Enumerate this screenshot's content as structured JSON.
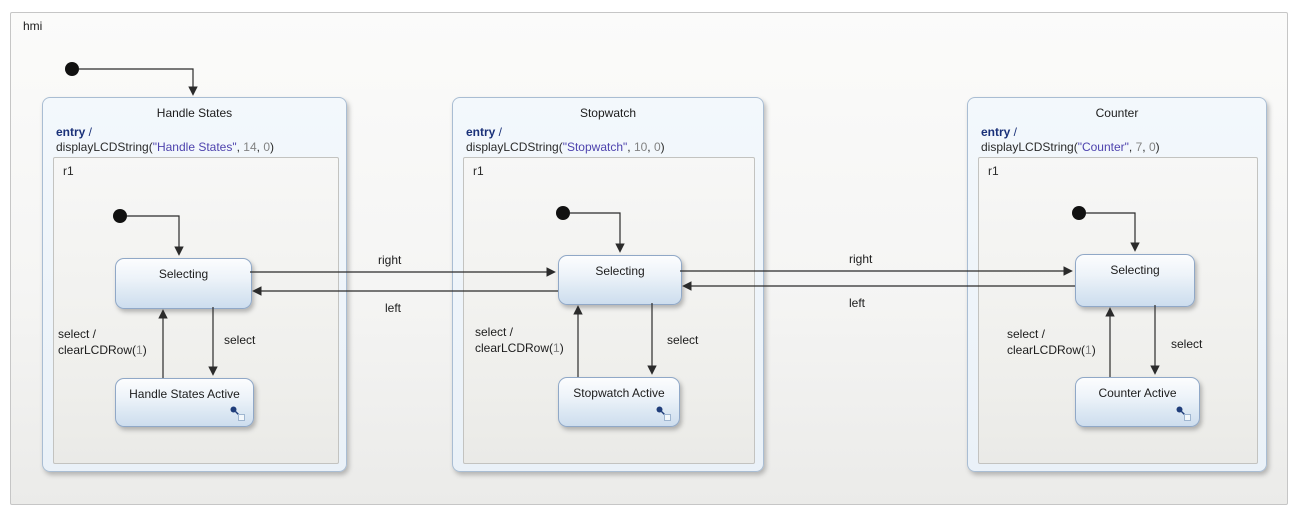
{
  "diagram": {
    "root_label": "hmi"
  },
  "palette": {
    "keyword_color": "#1a3179",
    "string_color": "#4e43ae",
    "number_color": "#828282",
    "line_color": "#2b2b2b",
    "state_border": "#90a8c7",
    "composite_border": "#a9bdd3"
  },
  "composite_states": [
    {
      "title": "Handle States",
      "entry": {
        "keyword": "entry",
        "separator": " /",
        "call_open": "displayLCDString(",
        "string_arg": "\"Handle States\"",
        "comma1": ", ",
        "num1": "14",
        "comma2": ", ",
        "num2": "0",
        "call_close": ")"
      },
      "region": "r1",
      "children": {
        "selecting": "Selecting",
        "active": "Handle States Active"
      }
    },
    {
      "title": "Stopwatch",
      "entry": {
        "keyword": "entry",
        "separator": " /",
        "call_open": "displayLCDString(",
        "string_arg": "\"Stopwatch\"",
        "comma1": ", ",
        "num1": "10",
        "comma2": ", ",
        "num2": "0",
        "call_close": ")"
      },
      "region": "r1",
      "children": {
        "selecting": "Selecting",
        "active": "Stopwatch Active"
      }
    },
    {
      "title": "Counter",
      "entry": {
        "keyword": "entry",
        "separator": " /",
        "call_open": "displayLCDString(",
        "string_arg": "\"Counter\"",
        "comma1": ", ",
        "num1": "7",
        "comma2": ", ",
        "num2": "0",
        "call_close": ")"
      },
      "region": "r1",
      "children": {
        "selecting": "Selecting",
        "active": "Counter Active"
      }
    }
  ],
  "transition_labels": {
    "right": "right",
    "left": "left",
    "select": "select",
    "select_with_action_line1": "select /",
    "action_call": "clearLCDRow(",
    "action_arg": "1",
    "action_close": ")"
  }
}
